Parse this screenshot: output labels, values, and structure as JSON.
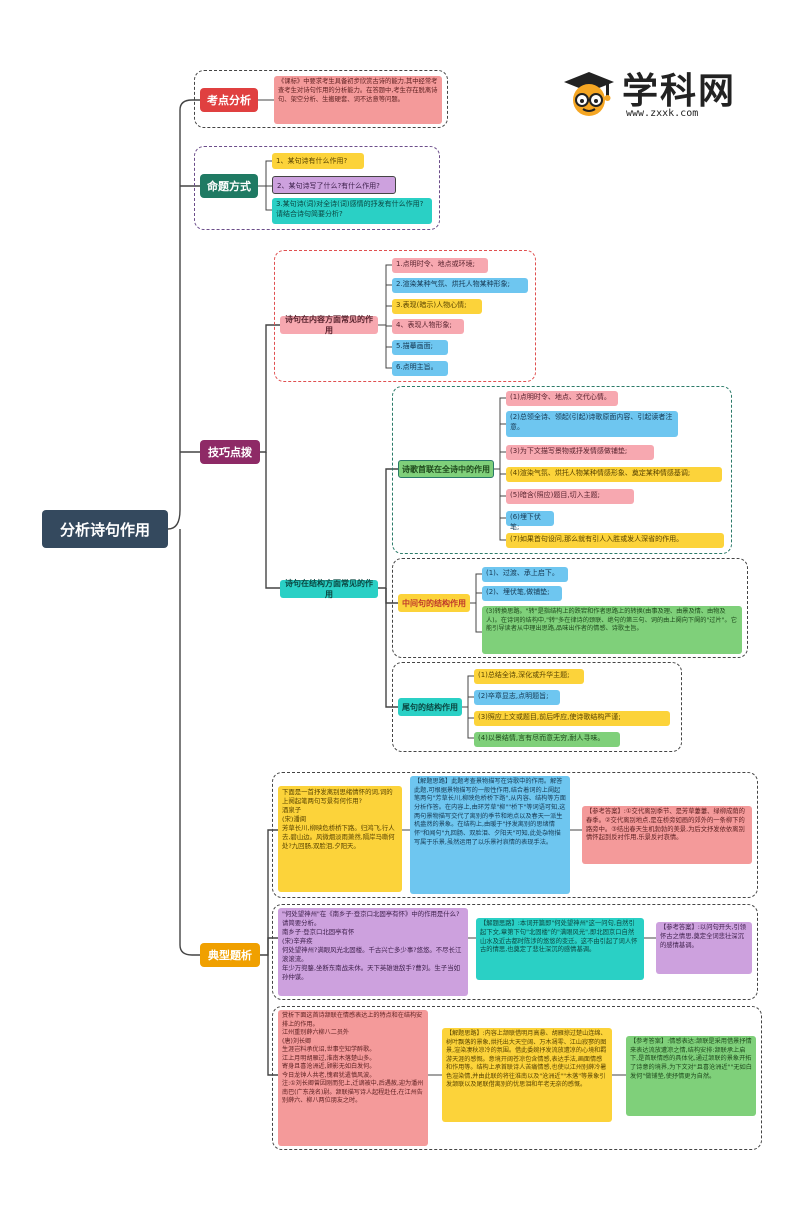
{
  "logo": {
    "brand": "学科网",
    "url": "www.zxxk.com"
  },
  "root": "分析诗句作用",
  "kaodian": {
    "label": "考点分析",
    "text": "《课标》中要求考生具备初步欣赏古诗的能力,其中经常考查考生对诗句作用的分析能力。在答题中,考生存在脱离诗句、架空分析、生搬硬套、词不达意等问题。"
  },
  "mingti": {
    "label": "命题方式",
    "items": [
      "1、某句诗有什么作用?",
      "2、某句诗写了什么?有什么作用?",
      "3.某句诗(词)对全诗(词)感情的抒发有什么作用?请结合诗句简要分析?"
    ]
  },
  "jiqiao": {
    "label": "技巧点拨",
    "neirong": {
      "label": "诗句在内容方面常见的作用",
      "items": [
        "1.点明时令、地点或环境;",
        "2.渲染某种气氛、烘托人物某种形象;",
        "3.表现(暗示)人物心情;",
        "4、表现人物形象;",
        "5.描摹画面;",
        "6.点明主旨。"
      ]
    },
    "jiegou": {
      "label": "诗句在结构方面常见的作用",
      "shouju": {
        "label": "诗歌首联在全诗中的作用",
        "items": [
          "(1)点明时令、地点、交代心情。",
          "(2)总领全诗、领起(引起)诗歌原面内容、引起读者注意。",
          "(3)为下文描写景物或抒发情感做铺垫;",
          "(4)渲染气氛、烘托人物某种情感形象、奠定某种情感基调;",
          "(5)暗含(照应)题目,切入主题;",
          "(6)埋下伏笔;",
          "(7)如果首句设问,那么就有引人入胜或发人深省的作用。"
        ]
      },
      "zhongjian": {
        "label": "中间句的结构作用",
        "items": [
          "(1)、过渡、承上启下。",
          "(2)、埋伏笔,做铺垫;",
          "(3)转换思路。\"转\"是指结构上的跌宕和作者思路上的转换(由事及理、由景及情、由物及人)。在诗词的结构中,\"转\"多在律诗的颈联、绝句的第三句、词的由上阕向下阕的\"过片\"。它能引导读者从中理出思路,品味出作者的情感、诗歌主旨。"
        ]
      },
      "weiju": {
        "label": "尾句的结构作用",
        "items": [
          "(1)总结全诗,深化或升华主题;",
          "(2)卒章显志,点明题旨;",
          "(3)照应上文或题目,前后呼应,使诗歌结构严谨;",
          "(4)以景结情,言有尽而意无穷,耐人寻味。"
        ]
      }
    }
  },
  "dianxing": {
    "label": "典型题析",
    "ex1": {
      "question": "下面是一首抒发离别思绪情怀的词,词的上阕起笔两句写景有何作用?\n酒泉子\n(宋)潘阆\n芳草长川,柳映危桥桥下路。归鸿飞,行人去,碧山边。风微烟淡雨萧然,隔岸马嘶何处?九回肠,双脸泪,夕阳天。",
      "analysis": "【解题思路】此题考查景物描写在诗歌中的作用。解答此题,可根据景物描写的一般性作用,结合着词的上阕起笔两句\"芳草长川,柳映危桥桥下路\",从内容、结构等方面分析作答。在内容上,由环芳草\"柳\"\"桥下\"等词语可知,这两句景物描写交代了离别的季节和地点以及春天一派生机盎然的景象。在结构上,由暖于\"抒发离别的思绪情怀\"和闻句\"九回肠、双脸泪、夕阳天\"可知,此处杂物描写属于乐景,虽然运用了以乐景衬哀情的表现手法。",
      "answer": "【参考答案】:①交代离别季节、是芳草萋萋、绿柳成荫的春季。②交代离别地点,是在桥旁如画的郊外的一条柳下的路旁中。③结出春天生机勃勃的美景,为后文抒发依依离别情怀起到反衬作用,乐景反衬哀情。"
    },
    "ex2": {
      "question": "\"何处望神州\"在《南乡子·登京口北固亭有怀》中的作用是什么?请简要分析。\n南乡子·登京口北固亭有怀\n(宋)辛弃疾\n何处望神州?满眼风光北固楼。千古兴亡多少事?悠悠。不尽长江滚滚流。\n年少万兜鍪,坐断东南战未休。天下英雄谁敌手?曹刘。生子当如孙仲谋。",
      "analysis": "【解题思路】:本词开篇即\"何处望神州\"这一问句,自然引起下文,章第下句\"北固楼\"的\"满眼风光\",即北固京口自然山水及近古都时陈涉的悠悠的变迁。这不由引起了词人怀古的情思,也奠定了悲壮深沉的感情基调。",
      "answer": "【参考答案】:以问句开头,引领怀古之情思,奠定全词悲壮深沉的感情基调。"
    },
    "ex3": {
      "question": "赏析下面这首诗颔联在情感表达上的特点和在结构安排上的作用。\n江州重别薛六柳八二员外\n(唐)刘长卿\n生涯岂料承优诏,世事空知学醉歌。\n江上月明胡雁过,淮南木落楚山多。\n寄身且喜沧洲近,顾影无如白发何。\n今日龙钟人共老,愧君犹遣慎风波。\n注:①刘长卿曾因刚而犯上,迁谪被中,后遇赦,迎为潘州南巴(广东茂名)尉。颔联描写诗人起程赴任,在江州告别薛六、柳八两位朋友之时。",
      "analysis": "【解题思路】:内容上颔联借明月高悬、胡雁掠过楚山连绵、树叶飘落的景象,烘托出大天空阔、万木凋零、江山寂寥的图景,渲染凄秋凉冷的氛围。借此委婉抒发流放遭凉的心境和羁游天涯的感慨。意境开阔苍凉包含情感,表达手法,画面情感和作用等。结构上承首联诗人苦痛情感,也使以江州别薛冷暑色渲染情,并由此联的将往淮南以及\"沧洲近\"\"木落\"等景象引发颔联以及尾联借离别的忧思泪和年老无奈的感慨。",
      "answer": "【参考答案】:情感表达:颔联是采用借景抒情来表达流放遭凉之情,结构安排:颔联承上启下,是首联情感的具体化,通过颔联的景象开拓了诗意的境界,为下文对\"且喜沧洲近\"\"无如白发何\"做铺垫,使抒情更为自然。"
    }
  }
}
